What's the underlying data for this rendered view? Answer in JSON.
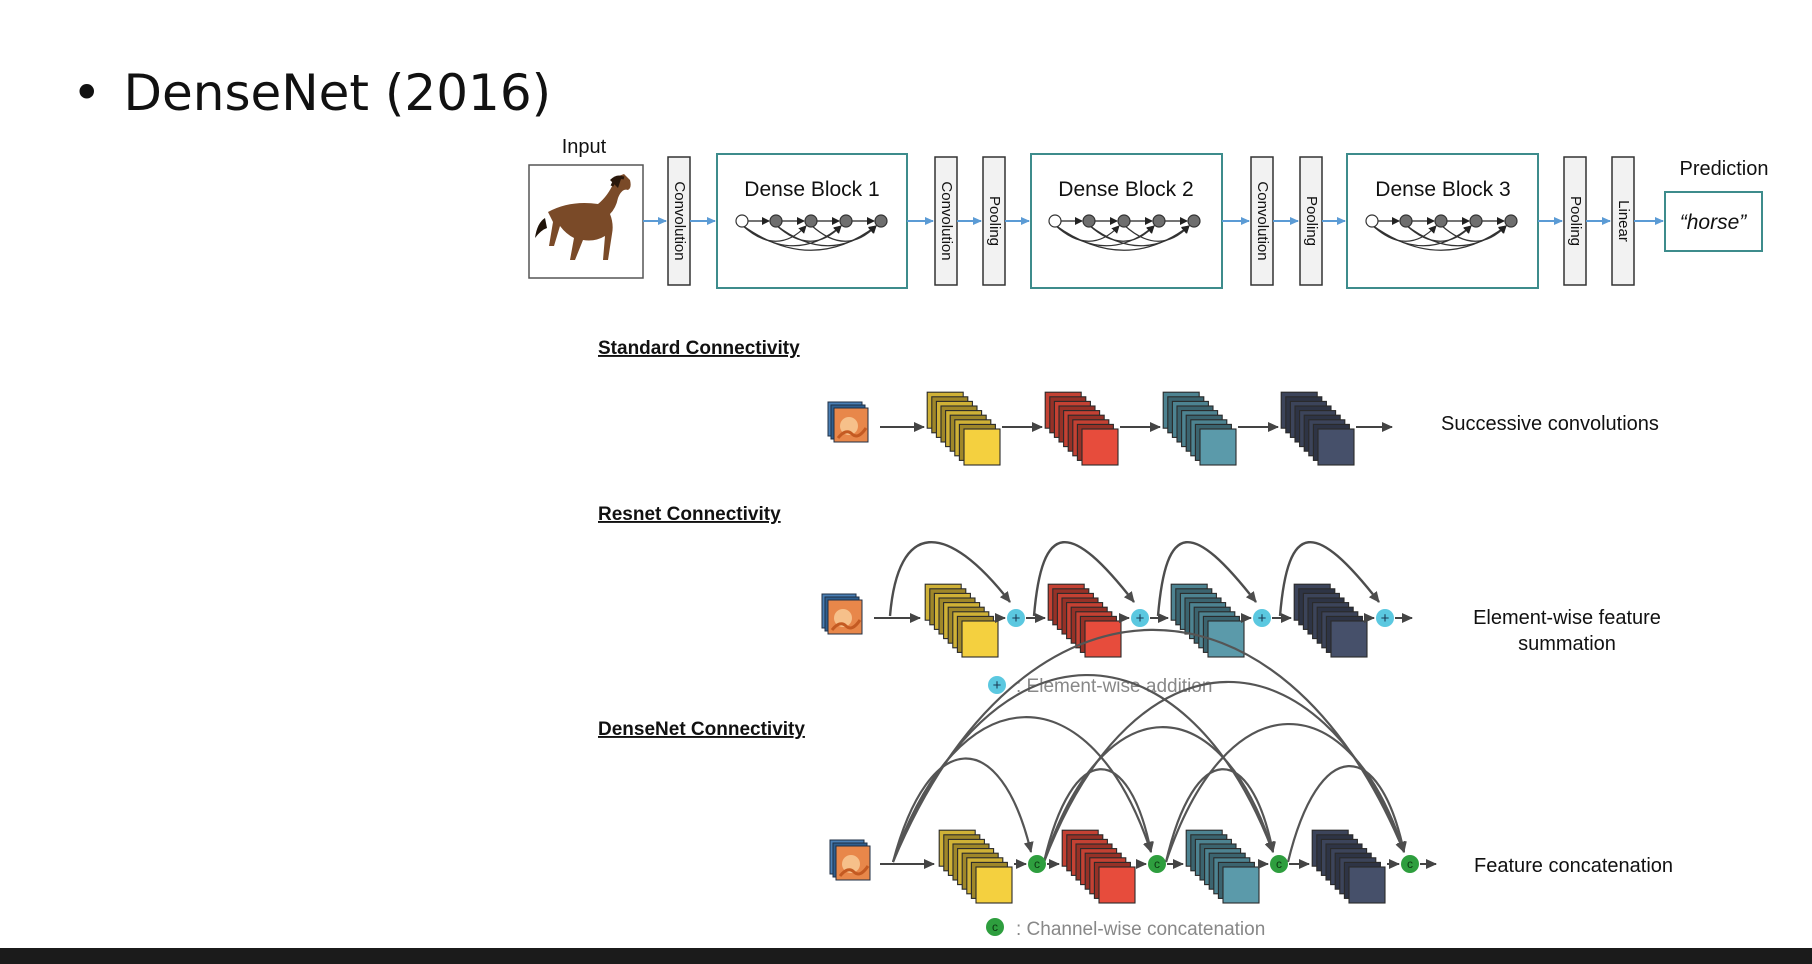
{
  "slide": {
    "bullet": "•",
    "title": "DenseNet (2016)"
  },
  "pipeline": {
    "input_label": "Input",
    "layers": {
      "conv1": "Convolution",
      "block1": "Dense Block 1",
      "conv2": "Convolution",
      "pool2": "Pooling",
      "block2": "Dense Block 2",
      "conv3": "Convolution",
      "pool3": "Pooling",
      "block3": "Dense Block 3",
      "pool4": "Pooling",
      "linear": "Linear"
    },
    "prediction_label": "Prediction",
    "prediction_value": "“horse”"
  },
  "standard": {
    "heading": "Standard Connectivity",
    "description": "Successive convolutions"
  },
  "resnet": {
    "heading": "Resnet Connectivity",
    "description_line1": "Element-wise feature",
    "description_line2": "summation",
    "legend": ": Element-wise addition",
    "plus_symbol": "+"
  },
  "densenet": {
    "heading": "DenseNet Connectivity",
    "description": "Feature concatenation",
    "legend": ": Channel-wise concatenation",
    "c_symbol": "c"
  },
  "colors": {
    "teal_border": "#3d8c8c",
    "arrow_blue": "#5b9bd5",
    "yellow": "#f4d03f",
    "red": "#e74c3c",
    "steel_blue": "#5b9aaa",
    "navy": "#46506a",
    "add_cyan": "#5bc8e0",
    "concat_green": "#2e9e3e"
  }
}
